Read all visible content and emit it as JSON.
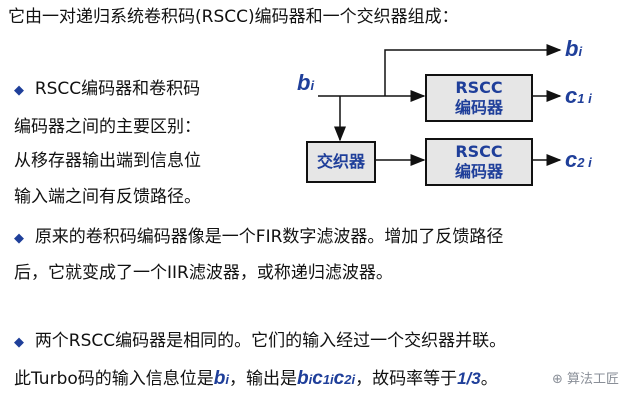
{
  "intro": "它由一对递归系统卷积码(RSCC)编码器和一个交织器组成：",
  "diagram": {
    "input_var": "b",
    "input_sub": "i",
    "out_b": "b",
    "out_b_sub": "i",
    "out_c1": "c",
    "out_c1_sub": "1 i",
    "out_c2": "c",
    "out_c2_sub": "2 i",
    "rscc1_line1": "RSCC",
    "rscc1_line2": "编码器",
    "rscc2_line1": "RSCC",
    "rscc2_line2": "编码器",
    "interleaver": "交织器"
  },
  "points": {
    "p1_line1": "RSCC编码器和卷积码",
    "p1_line2": "编码器之间的主要区别：",
    "p1_line3": "从移存器输出端到信息位",
    "p1_line4": "输入端之间有反馈路径。",
    "p2_line1": "原来的卷积码编码器像是一个FIR数字滤波器。增加了反馈路径",
    "p2_line2": "后，它就变成了一个IIR滤波器，或称递归滤波器。",
    "p3_line1": "两个RSCC编码器是相同的。它们的输入经过一个交织器并联。",
    "p3_line2_a": "此Turbo码的输入信息位是",
    "p3_var1": "b",
    "p3_var1_sub": "i",
    "p3_line2_b": "，输出是",
    "p3_var2": "b",
    "p3_var2_sub": "i",
    "p3_var3": "c",
    "p3_var3_sub": "1i",
    "p3_var4": "c",
    "p3_var4_sub": "2i",
    "p3_line2_c": "，故码率等于",
    "p3_rate": "1/3",
    "p3_end": "。"
  },
  "watermark": "算法工匠",
  "colors": {
    "accent": "#1f3f9a",
    "box_fill": "#e6e6e6"
  }
}
